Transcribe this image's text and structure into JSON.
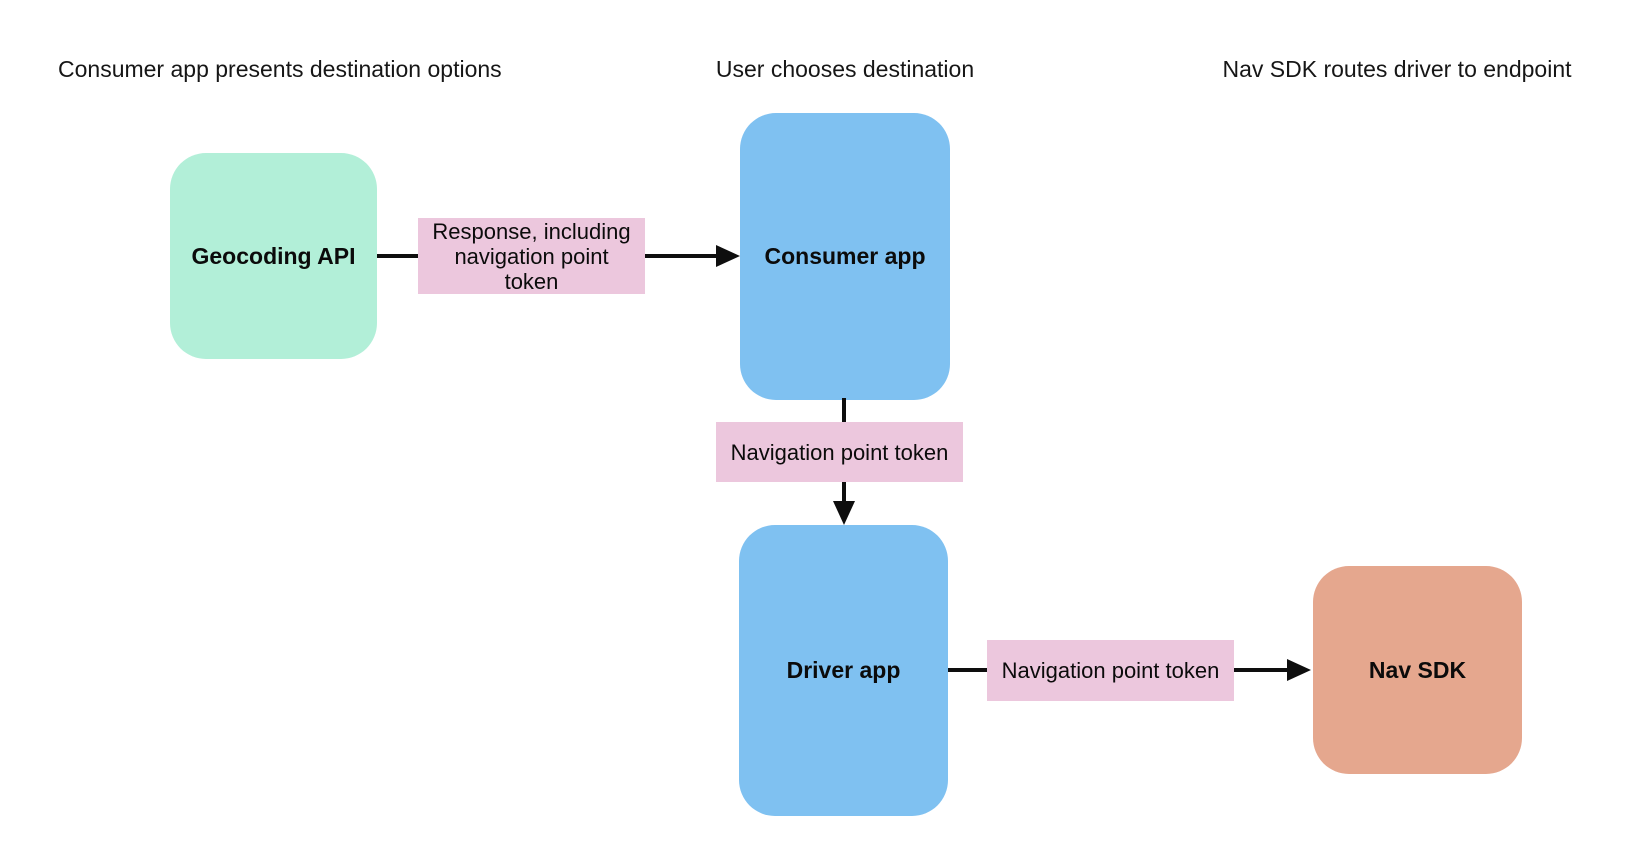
{
  "diagram": {
    "type": "flowchart",
    "background": "#ffffff",
    "headers": [
      {
        "id": "phase-1",
        "text": "Consumer app presents destination options"
      },
      {
        "id": "phase-2",
        "text": "User chooses destination"
      },
      {
        "id": "phase-3",
        "text": "Nav SDK routes driver to endpoint"
      }
    ],
    "nodes": [
      {
        "id": "geocoding-api",
        "label": "Geocoding API",
        "fill": "#b2efd8"
      },
      {
        "id": "consumer-app",
        "label": "Consumer app",
        "fill": "#7fc1f1"
      },
      {
        "id": "driver-app",
        "label": "Driver app",
        "fill": "#7fc1f1"
      },
      {
        "id": "nav-sdk",
        "label": "Nav SDK",
        "fill": "#e5a78e"
      }
    ],
    "edge_labels": [
      {
        "id": "response-including-navigation-point-token",
        "fill": "#ecc7dd",
        "lines": [
          "Response, including",
          "navigation point",
          "token"
        ]
      },
      {
        "id": "navigation-point-token-consumer-to-driver",
        "fill": "#ecc7dd",
        "lines": [
          "Navigation point token"
        ]
      },
      {
        "id": "navigation-point-token-driver-to-navsdk",
        "fill": "#ecc7dd",
        "lines": [
          "Navigation point token"
        ]
      }
    ],
    "edges": [
      {
        "from": "geocoding-api",
        "to": "consumer-app",
        "label": "Response, including navigation point token"
      },
      {
        "from": "consumer-app",
        "to": "driver-app",
        "label": "Navigation point token"
      },
      {
        "from": "driver-app",
        "to": "nav-sdk",
        "label": "Navigation point token"
      }
    ],
    "colors": {
      "line": "#0e0e0e",
      "text": "#111111",
      "node_green": "#b2efd8",
      "node_blue": "#7fc1f1",
      "node_orange": "#e5a78e",
      "label_pink": "#ecc7dd"
    }
  }
}
